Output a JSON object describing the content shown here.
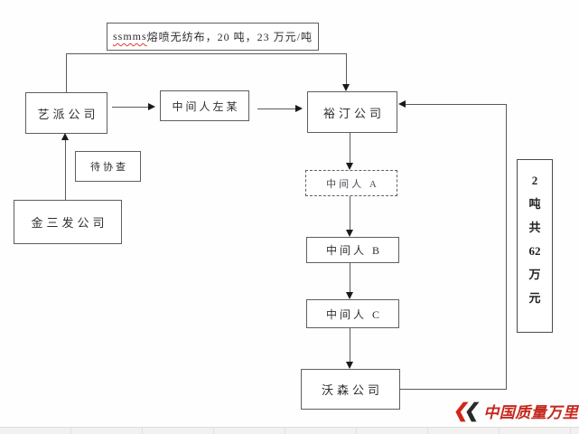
{
  "diagram": {
    "top_box": {
      "misspelled": "ssmms",
      "rest": " 熔喷无纺布，20 吨，23 万元/吨"
    },
    "nodes": {
      "yipai": "艺派公司",
      "left_middleman": "中间人左某",
      "yuting": "裕汀公司",
      "pending": "待协查",
      "jinsanfa": "金三发公司",
      "middleman_a": "中间人 A",
      "middleman_b": "中间人 B",
      "middleman_c": "中间人 C",
      "wosen": "沃森公司"
    },
    "side_note": {
      "text": "2吨共62万元",
      "lines": [
        "2",
        "吨",
        "共",
        "62",
        "万",
        "元"
      ]
    },
    "branding": {
      "chevron": "❮",
      "text": "中国质量万里行"
    },
    "colors": {
      "box_border": "#5f5f5f",
      "line": "#5a5a5a",
      "arrow": "#1a1a1a",
      "spellcheck_red": "#e03c31",
      "brand_red": "#c6281e",
      "footer_bar": "#f2f1ef"
    }
  }
}
